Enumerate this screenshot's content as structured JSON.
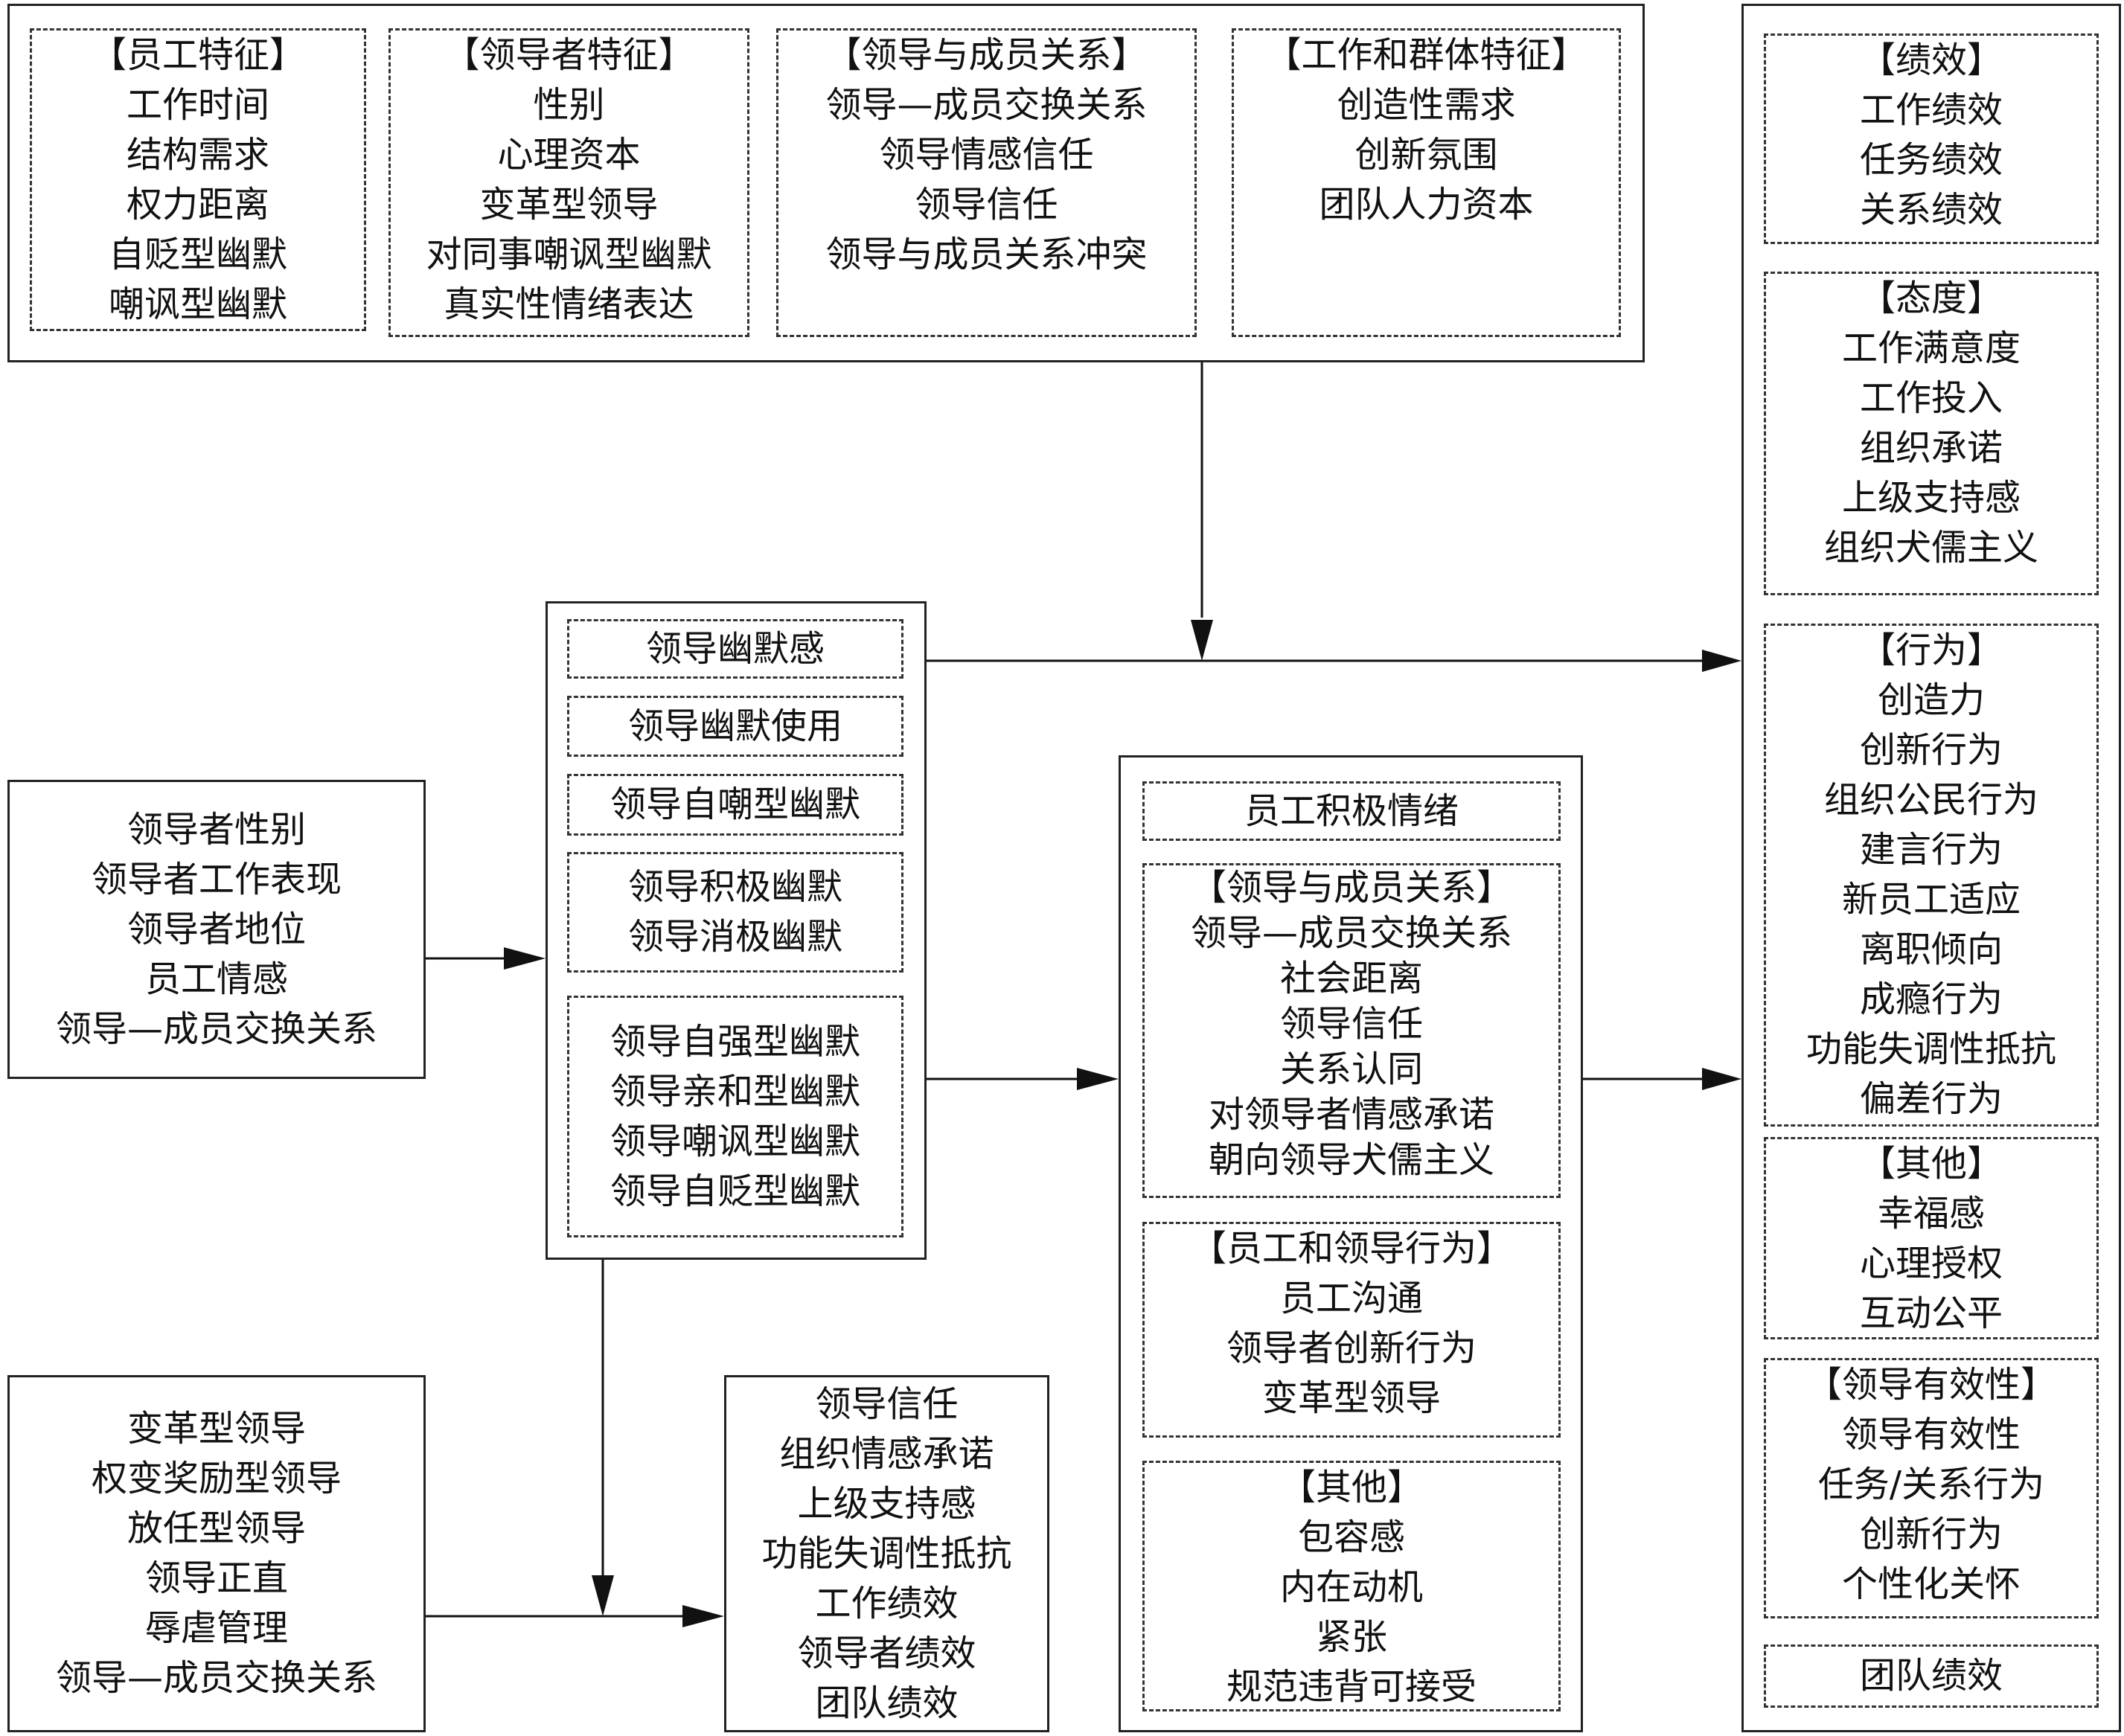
{
  "top_group": {
    "employee": {
      "title": "【员工特征】",
      "items": [
        "工作时间",
        "结构需求",
        "权力距离",
        "自贬型幽默",
        "嘲讽型幽默"
      ]
    },
    "leader": {
      "title": "【领导者特征】",
      "items": [
        "性别",
        "心理资本",
        "变革型领导",
        "对同事嘲讽型幽默",
        "真实性情绪表达"
      ]
    },
    "relation": {
      "title": "【领导与成员关系】",
      "items": [
        "领导—成员交换关系",
        "领导情感信任",
        "领导信任",
        "领导与成员关系冲突"
      ]
    },
    "work": {
      "title": "【工作和群体特征】",
      "items": [
        "创造性需求",
        "创新氛围",
        "团队人力资本"
      ]
    }
  },
  "left_antecedents": {
    "items": [
      "领导者性别",
      "领导者工作表现",
      "领导者地位",
      "员工情感",
      "领导—成员交换关系"
    ]
  },
  "bottom_left": {
    "items": [
      "变革型领导",
      "权变奖励型领导",
      "放任型领导",
      "领导正直",
      "辱虐管理",
      "领导—成员交换关系"
    ]
  },
  "humor_center": {
    "sense": "领导幽默感",
    "use": "领导幽默使用",
    "self_mock": "领导自嘲型幽默",
    "pos_neg": [
      "领导积极幽默",
      "领导消极幽默"
    ],
    "styles": [
      "领导自强型幽默",
      "领导亲和型幽默",
      "领导嘲讽型幽默",
      "领导自贬型幽默"
    ]
  },
  "moderator_outcomes": {
    "items": [
      "领导信任",
      "组织情感承诺",
      "上级支持感",
      "功能失调性抵抗",
      "工作绩效",
      "领导者绩效",
      "团队绩效"
    ]
  },
  "mediators": {
    "emotion": "员工积极情绪",
    "relation": {
      "title": "【领导与成员关系】",
      "items": [
        "领导—成员交换关系",
        "社会距离",
        "领导信任",
        "关系认同",
        "对领导者情感承诺",
        "朝向领导犬儒主义"
      ]
    },
    "behavior": {
      "title": "【员工和领导行为】",
      "items": [
        "员工沟通",
        "领导者创新行为",
        "变革型领导"
      ]
    },
    "other": {
      "title": "【其他】",
      "items": [
        "包容感",
        "内在动机",
        "紧张",
        "规范违背可接受"
      ]
    }
  },
  "outcomes": {
    "performance": {
      "title": "【绩效】",
      "items": [
        "工作绩效",
        "任务绩效",
        "关系绩效"
      ]
    },
    "attitude": {
      "title": "【态度】",
      "items": [
        "工作满意度",
        "工作投入",
        "组织承诺",
        "上级支持感",
        "组织犬儒主义"
      ]
    },
    "behavior": {
      "title": "【行为】",
      "items": [
        "创造力",
        "创新行为",
        "组织公民行为",
        "建言行为",
        "新员工适应",
        "离职倾向",
        "成瘾行为",
        "功能失调性抵抗",
        "偏差行为"
      ]
    },
    "other": {
      "title": "【其他】",
      "items": [
        "幸福感",
        "心理授权",
        "互动公平"
      ]
    },
    "effectiveness": {
      "title": "【领导有效性】",
      "items": [
        "领导有效性",
        "任务/关系行为",
        "创新行为",
        "个性化关怀"
      ]
    },
    "team": "团队绩效"
  }
}
